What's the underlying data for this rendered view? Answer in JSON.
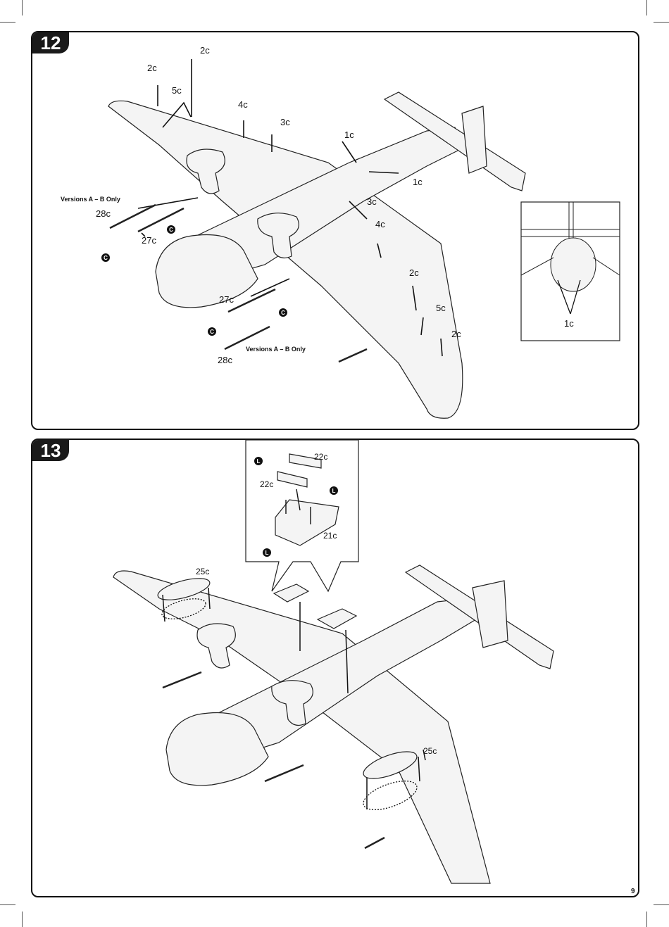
{
  "page_number": "9",
  "step12": {
    "number": "12",
    "labels": {
      "p2c_a": "2c",
      "p2c_b": "2c",
      "p5c_a": "5c",
      "p4c_a": "4c",
      "p3c_a": "3c",
      "p1c_a": "1c",
      "p1c_b": "1c",
      "p3c_b": "3c",
      "p4c_b": "4c",
      "p2c_c": "2c",
      "p5c_b": "5c",
      "p2c_d": "2c",
      "p28c_a": "28c",
      "p27c_a": "27c",
      "p27c_b": "27c",
      "p28c_b": "28c",
      "detail_1c": "1c"
    },
    "version_note_top": "Versions A – B Only",
    "version_note_bottom": "Versions A – B Only",
    "marker": "C"
  },
  "step13": {
    "number": "13",
    "labels": {
      "p22c_a": "22c",
      "p22c_b": "22c",
      "p21c": "21c",
      "p25c_a": "25c",
      "p25c_b": "25c"
    },
    "marker": "L"
  }
}
